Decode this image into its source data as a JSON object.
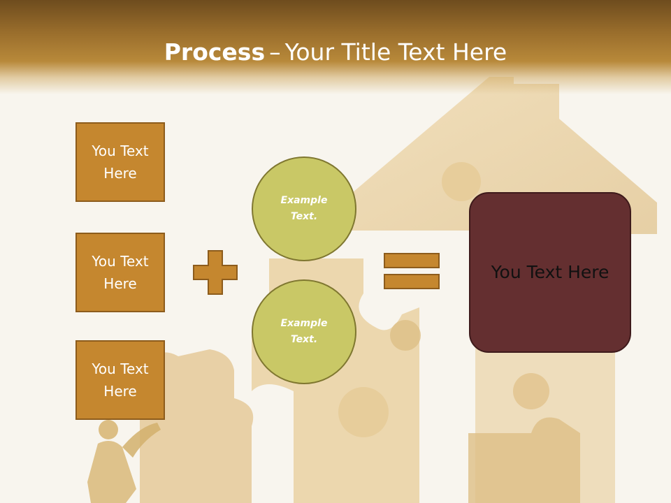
{
  "slide": {
    "title_bold": "Process",
    "title_dash": "–",
    "title_rest": "Your Title Text Here"
  },
  "inputs": [
    {
      "label": "You Text Here"
    },
    {
      "label": "You Text Here"
    },
    {
      "label": "You Text Here"
    }
  ],
  "circles": [
    {
      "label": "Example Text."
    },
    {
      "label": "Example Text."
    }
  ],
  "operators": {
    "plus": "plus-icon",
    "equals": "equals-icon"
  },
  "result": {
    "label": "You Text Here"
  },
  "colors": {
    "header": "#9a6e2c",
    "box_fill": "#c5872f",
    "circle_fill": "#c9c866",
    "result_fill": "#642f30",
    "operator_fill": "#c5872f"
  }
}
